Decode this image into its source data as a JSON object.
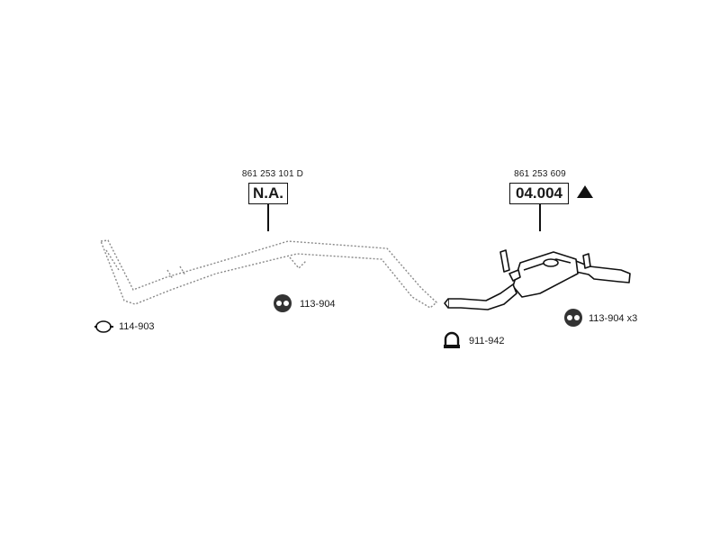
{
  "parts": {
    "front_pipe": {
      "oem_number": "861 253 101 D",
      "code": "N.A."
    },
    "rear_silencer": {
      "oem_number": "861 253 609",
      "code": "04.004",
      "marker_icon": "triangle-icon"
    }
  },
  "accessories": [
    {
      "number": "114-903",
      "icon": "clamp-icon"
    },
    {
      "number": "113-904",
      "icon": "rubber-mount-icon"
    },
    {
      "number": "911-942",
      "icon": "u-bolt-clamp-icon"
    },
    {
      "number": "113-904 x3",
      "icon": "rubber-mount-icon"
    }
  ],
  "colors": {
    "line": "#111111",
    "dotted_outline": "#888888"
  }
}
